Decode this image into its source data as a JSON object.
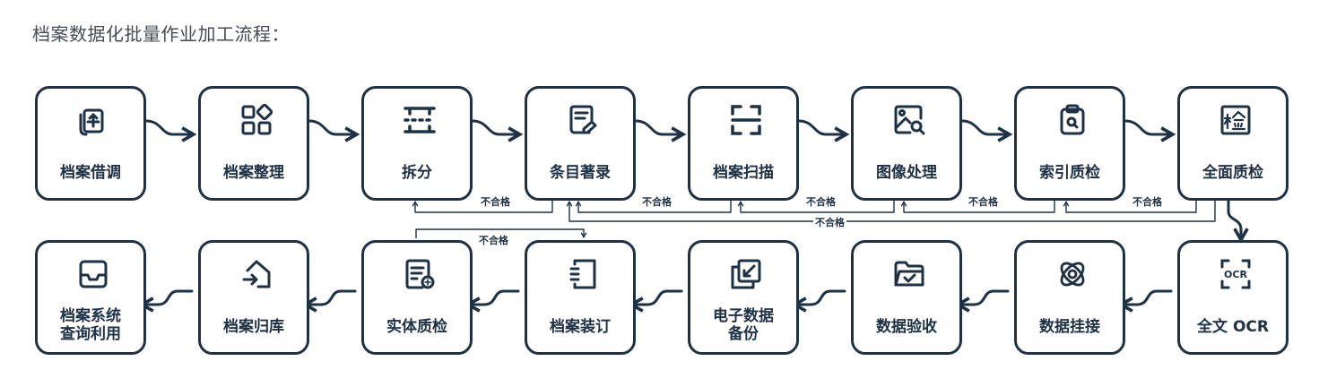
{
  "title": "档案数据化批量作业加工流程：",
  "steps": [
    {
      "label": "档案借调",
      "icon": "document-return-icon"
    },
    {
      "label": "档案整理",
      "icon": "shapes-grid-icon"
    },
    {
      "label": "拆分",
      "icon": "split-icon"
    },
    {
      "label": "条目著录",
      "icon": "document-edit-icon"
    },
    {
      "label": "档案扫描",
      "icon": "scan-frame-icon"
    },
    {
      "label": "图像处理",
      "icon": "image-search-icon"
    },
    {
      "label": "索引质检",
      "icon": "clipboard-search-icon"
    },
    {
      "label": "全面质检",
      "icon": "inspect-stamp-icon"
    },
    {
      "label": "全文 OCR",
      "icon": "ocr-icon"
    },
    {
      "label": "数据挂接",
      "icon": "orbit-link-icon"
    },
    {
      "label": "数据验收",
      "icon": "folder-check-icon"
    },
    {
      "label": "电子数据\n备份",
      "icon": "backup-copy-icon"
    },
    {
      "label": "档案装订",
      "icon": "binding-icon"
    },
    {
      "label": "实体质检",
      "icon": "document-inspect-icon"
    },
    {
      "label": "档案归库",
      "icon": "home-return-icon"
    },
    {
      "label": "档案系统\n查询利用",
      "icon": "inbox-tray-icon"
    }
  ],
  "reject_label": "不合格",
  "colors": {
    "stroke": "#1e3145",
    "title": "#444c55"
  }
}
